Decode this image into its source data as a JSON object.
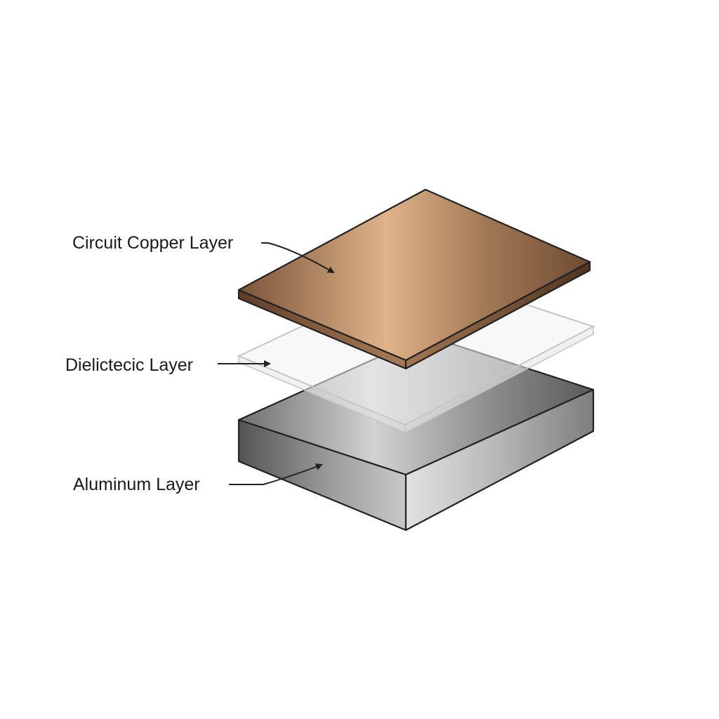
{
  "layers": [
    {
      "id": "copper",
      "label": "Circuit Copper Layer",
      "color": "#b8875f"
    },
    {
      "id": "dielectric",
      "label": "Dielictecic Layer",
      "color": "#e6e6e6"
    },
    {
      "id": "aluminum",
      "label": "Aluminum Layer",
      "color": "#9a9a9a"
    }
  ]
}
